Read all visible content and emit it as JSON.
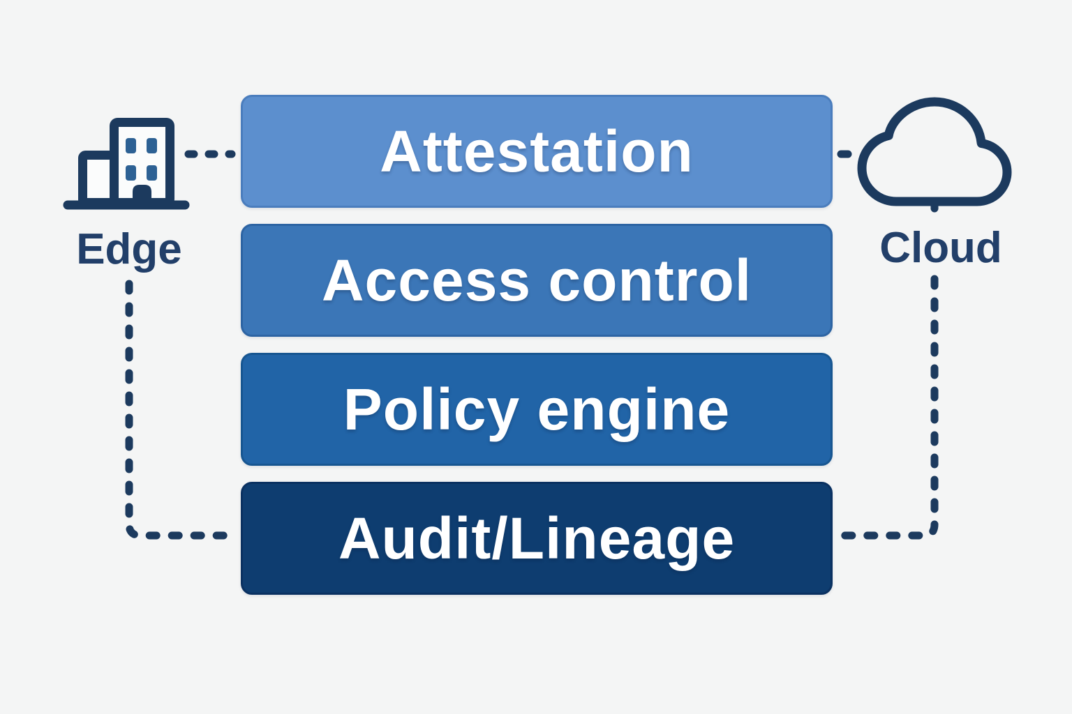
{
  "diagram": {
    "background_color": "#f4f5f5",
    "connector_color": "#1c3a5e",
    "node_label_color": "#223f69",
    "layers": [
      {
        "label": "Attestation",
        "color": "#5c8fce",
        "style": "background:#5c8fce;border-color:#4a7dbd"
      },
      {
        "label": "Access control",
        "color": "#3b76b7",
        "style": "background:#3b76b7;border-color:#2d64a3"
      },
      {
        "label": "Policy engine",
        "color": "#2164a7",
        "style": "background:#2164a7;border-color:#175691"
      },
      {
        "label": "Audit/Lineage",
        "color": "#0e3d70",
        "style": "background:#0e3d70;border-color:#0a3161"
      }
    ],
    "edge_node": {
      "label": "Edge",
      "icon": "building-icon"
    },
    "cloud_node": {
      "label": "Cloud",
      "icon": "cloud-icon"
    }
  }
}
